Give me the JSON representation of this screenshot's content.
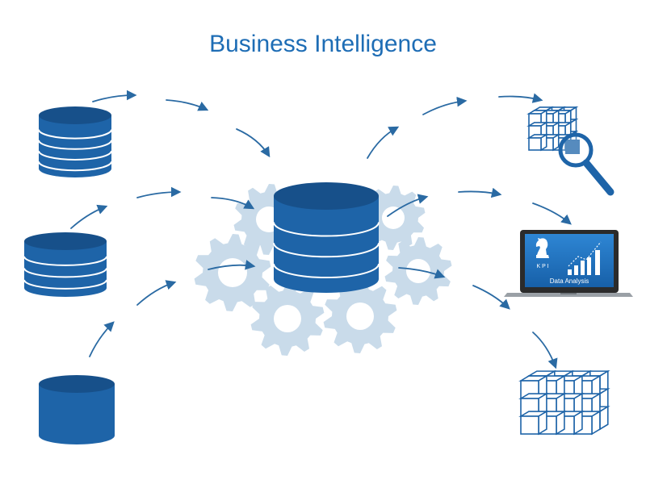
{
  "title": "Business Intelligence",
  "laptop": {
    "kpi_label": "K P I",
    "screen_caption": "Data Analysis"
  },
  "colors": {
    "primary": "#1e64a8",
    "dark": "#17508a",
    "gear": "#c9dbea",
    "arrow": "#2a6aa3",
    "title": "#1e6db5"
  },
  "icons": {
    "sources": [
      "database-stack-icon",
      "database-stack-icon",
      "database-cylinder-icon"
    ],
    "hub": "central-database-icon",
    "gears": "gears-icon",
    "outputs": [
      "data-cube-search-icon",
      "laptop-dashboard-icon",
      "olap-cube-icon"
    ]
  }
}
